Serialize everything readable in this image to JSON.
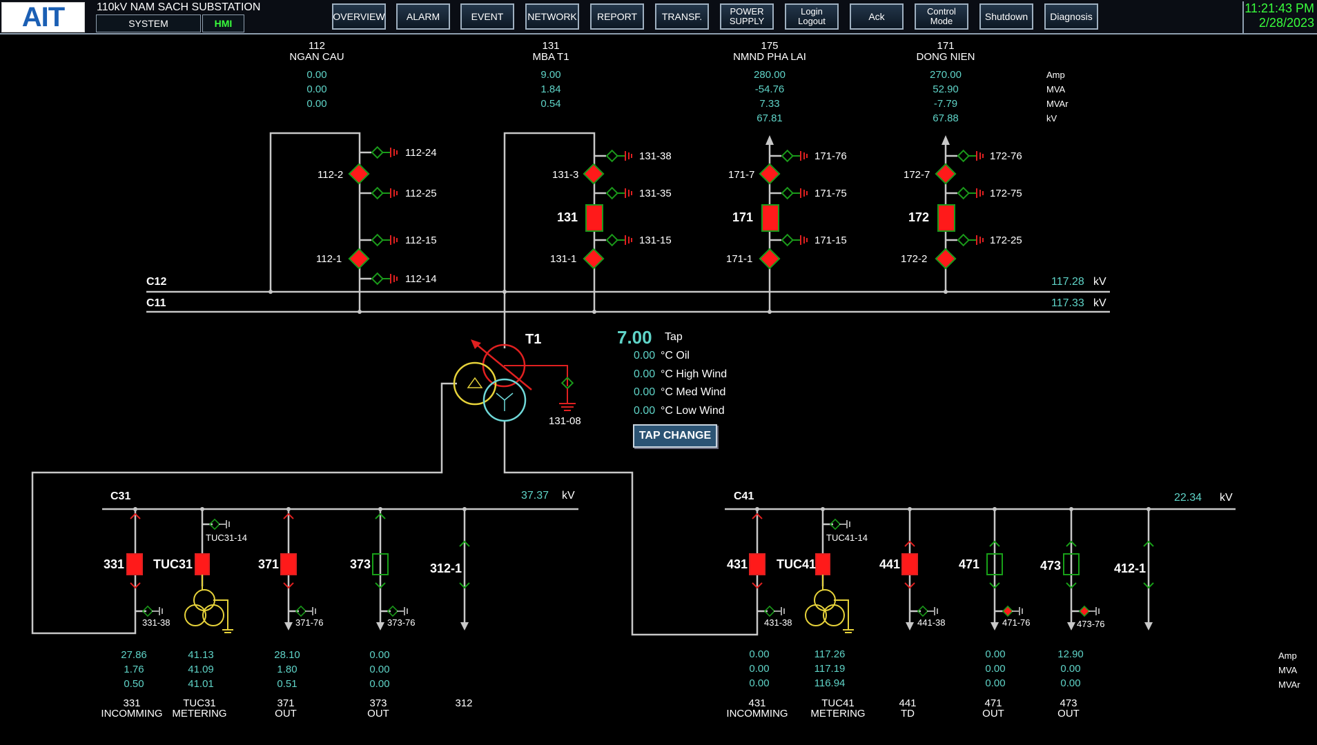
{
  "header": {
    "logo": "AIT",
    "title": "110kV NAM SACH SUBSTATION",
    "system_label": "SYSTEM",
    "hmi_label": "HMI",
    "time": "11:21:43 PM",
    "date": "2/28/2023"
  },
  "nav": [
    "OVERVIEW",
    "ALARM",
    "EVENT",
    "NETWORK",
    "REPORT",
    "TRANSF.",
    "POWER SUPPLY",
    "Login Logout",
    "Ack",
    "Control Mode",
    "Shutdown",
    "Diagnosis"
  ],
  "units_hv": [
    "Amp",
    "MVA",
    "MVAr",
    "kV"
  ],
  "units_mv": [
    "Amp",
    "MVA",
    "MVAr"
  ],
  "feeders_hv": [
    {
      "code": "112",
      "name": "NGAN CAU",
      "values": [
        "0.00",
        "0.00",
        "0.00"
      ]
    },
    {
      "code": "131",
      "name": "MBA T1",
      "values": [
        "9.00",
        "1.84",
        "0.54"
      ]
    },
    {
      "code": "175",
      "name": "NMND PHA LAI",
      "values": [
        "280.00",
        "-54.76",
        "7.33",
        "67.81"
      ]
    },
    {
      "code": "171",
      "name": "DONG NIEN",
      "values": [
        "270.00",
        "52.90",
        "-7.79",
        "67.88"
      ]
    }
  ],
  "hv_labels": {
    "s112_24": "112-24",
    "s112_2": "112-2",
    "s112_25": "112-25",
    "s112_15": "112-15",
    "s112_1": "112-1",
    "s112_14": "112-14",
    "s131_38": "131-38",
    "s131_3": "131-3",
    "s131_35": "131-35",
    "cb131": "131",
    "s131_15": "131-15",
    "s131_1": "131-1",
    "s171_76": "171-76",
    "s171_7": "171-7",
    "s171_75": "171-75",
    "cb171": "171",
    "s171_15": "171-15",
    "s171_1": "171-1",
    "s172_76": "172-76",
    "s172_7": "172-7",
    "s172_75": "172-75",
    "cb172": "172",
    "s172_25": "172-25",
    "s172_2": "172-2"
  },
  "busbars": {
    "c12": {
      "name": "C12",
      "kv": "117.28",
      "unit": "kV"
    },
    "c11": {
      "name": "C11",
      "kv": "117.33",
      "unit": "kV"
    },
    "c31": {
      "name": "C31",
      "kv": "37.37",
      "unit": "kV"
    },
    "c41": {
      "name": "C41",
      "kv": "22.34",
      "unit": "kV"
    }
  },
  "transformer": {
    "name": "T1",
    "tap": "7.00",
    "tap_label": "Tap",
    "temps": [
      {
        "value": "0.00",
        "label": "°C Oil"
      },
      {
        "value": "0.00",
        "label": "°C High Wind"
      },
      {
        "value": "0.00",
        "label": "°C Med Wind"
      },
      {
        "value": "0.00",
        "label": "°C Low Wind"
      }
    ],
    "ground_switch": "131-08",
    "tap_button": "TAP CHANGE"
  },
  "mv_labels": {
    "cb331": "331",
    "s331_38": "331-38",
    "cbtuc31": "TUC31",
    "stuc31_14": "TUC31-14",
    "cb371": "371",
    "s371_76": "371-76",
    "cb373": "373",
    "s373_76": "373-76",
    "cb312": "312-1",
    "cb431": "431",
    "s431_38": "431-38",
    "cbtuc41": "TUC41",
    "stuc41_14": "TUC41-14",
    "cb441": "441",
    "s441_38": "441-38",
    "cb471": "471",
    "s471_76": "471-76",
    "cb473": "473",
    "s473_76": "473-76",
    "cb412": "412-1"
  },
  "feeders_mv": [
    {
      "values": [
        "27.86",
        "1.76",
        "0.50"
      ],
      "line1": "331",
      "line2": "INCOMMING"
    },
    {
      "values": [
        "41.13",
        "41.09",
        "41.01"
      ],
      "line1": "TUC31",
      "line2": "METERING"
    },
    {
      "values": [
        "28.10",
        "1.80",
        "0.51"
      ],
      "line1": "371",
      "line2": "OUT"
    },
    {
      "values": [
        "0.00",
        "0.00",
        "0.00"
      ],
      "line1": "373",
      "line2": "OUT"
    },
    {
      "values": [],
      "line1": "312",
      "line2": ""
    },
    {
      "values": [
        "0.00",
        "0.00",
        "0.00"
      ],
      "line1": "431",
      "line2": "INCOMMING"
    },
    {
      "values": [
        "117.26",
        "117.19",
        "116.94"
      ],
      "line1": "TUC41",
      "line2": "METERING"
    },
    {
      "values": [],
      "line1": "441",
      "line2": "TD"
    },
    {
      "values": [
        "0.00",
        "0.00",
        "0.00"
      ],
      "line1": "471",
      "line2": "OUT"
    },
    {
      "values": [
        "12.90",
        "0.00",
        "0.00"
      ],
      "line1": "473",
      "line2": "OUT"
    }
  ],
  "colors": {
    "closed": "#ff1a1a",
    "open": "#18a018",
    "value": "#5fd4c8",
    "line": "#c8c8c8"
  }
}
